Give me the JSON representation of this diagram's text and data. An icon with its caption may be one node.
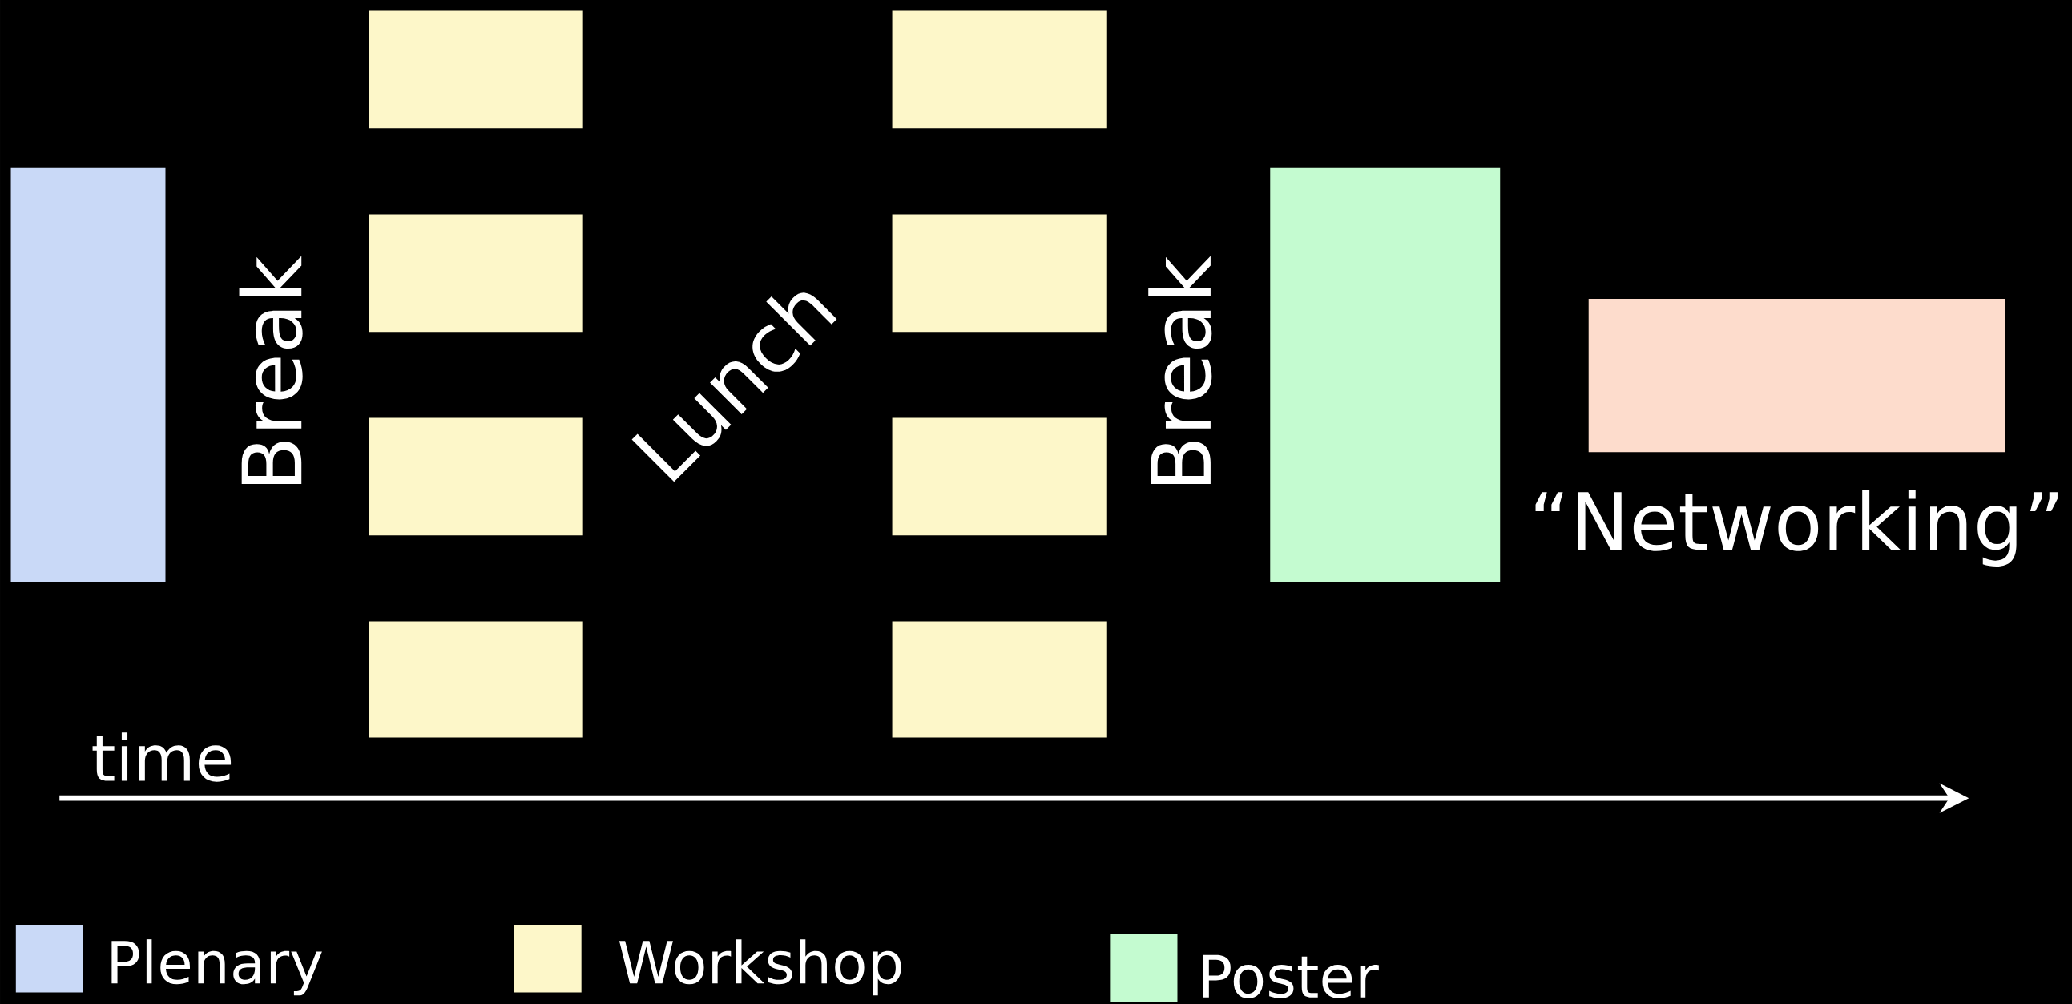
{
  "diagram": {
    "nodes": [
      {
        "text": [],
        "shape": "box"
      },
      {
        "text": [],
        "shape": "box"
      },
      {
        "text": [],
        "shape": "box"
      },
      {
        "text": [],
        "shape": "box"
      },
      {
        "text": [],
        "shape": "box"
      },
      {
        "text": [],
        "shape": "box"
      },
      {
        "text": [],
        "shape": "box"
      },
      {
        "text": [],
        "shape": "box"
      },
      {
        "text": [],
        "shape": "box"
      },
      {
        "text": [],
        "shape": "box"
      },
      {
        "text": [],
        "shape": "box",
        "beside": [
          "“Networking”"
        ]
      }
    ],
    "labels": [
      "Break",
      "Lunch",
      "Break",
      "time"
    ],
    "legend": [
      {
        "text": "Plenary",
        "color": "#c9d9f7"
      },
      {
        "text": "Workshop",
        "color": "#fdf7c9"
      },
      {
        "text": "Poster",
        "color": "#c4fbd0"
      }
    ]
  }
}
